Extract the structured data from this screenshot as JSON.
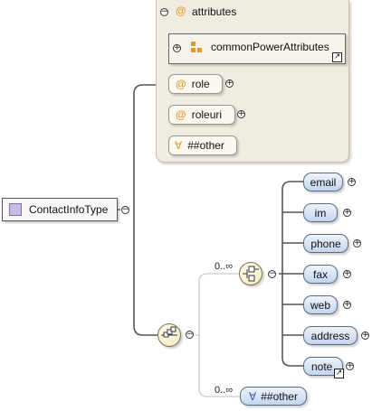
{
  "root": {
    "label": "ContactInfoType"
  },
  "attributes": {
    "header": "attributes",
    "group": {
      "label": "commonPowerAttributes"
    },
    "items": [
      {
        "prefix": "@",
        "label": "role"
      },
      {
        "prefix": "@",
        "label": "roleuri"
      }
    ],
    "any_attribute": {
      "prefix": "∀",
      "label": "##other"
    }
  },
  "sequence": {
    "choice": {
      "occurrence": "0..∞",
      "elements": [
        "email",
        "im",
        "phone",
        "fax",
        "web",
        "address",
        "note"
      ]
    },
    "any": {
      "occurrence": "0..∞",
      "prefix": "∀",
      "label": "##other"
    }
  },
  "colors": {
    "element_fill": "#c2d5ee",
    "attribute_panel": "#f1ece2",
    "attribute_marker": "#e69a25",
    "root_icon": "#c8b8e6"
  },
  "icons": {
    "collapse": "minus-circle-icon",
    "expand": "plus-circle-icon",
    "reference": "arrow-ne-icon",
    "group": "attribute-group-icon",
    "sequence": "sequence-icon",
    "choice": "choice-icon"
  }
}
